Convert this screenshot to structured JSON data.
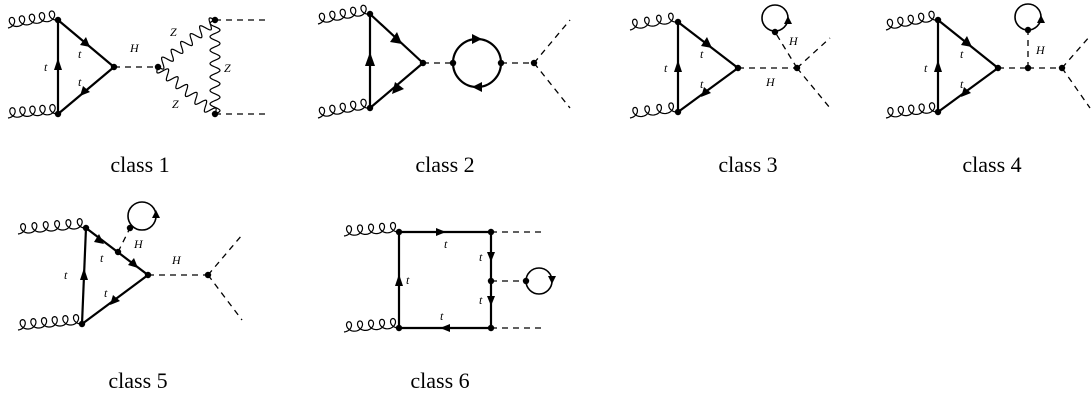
{
  "labels": {
    "t": "t",
    "H": "H",
    "Z": "Z"
  },
  "captions": [
    "class 1",
    "class 2",
    "class 3",
    "class 4",
    "class 5",
    "class 6"
  ]
}
